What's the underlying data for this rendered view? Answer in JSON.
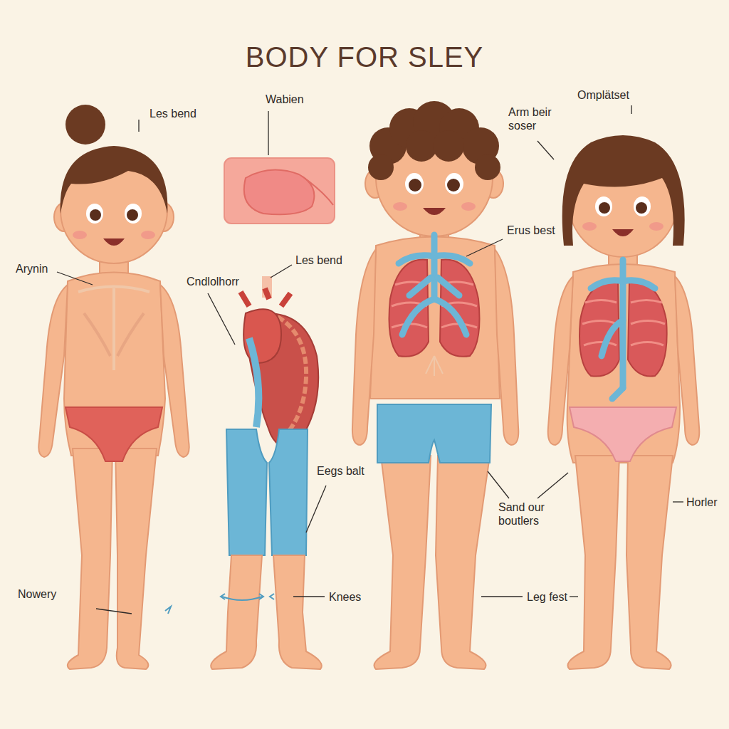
{
  "diagram": {
    "title": "BODY FOR SLEY",
    "labels": [
      "Les bend",
      "Wabien",
      "Omplätset",
      "Arm beir soser",
      "Arynin",
      "Cndlolhorr",
      "Les bend",
      "Erus best",
      "Eegs balt",
      "Sand our boutlers",
      "Horler",
      "Nowery",
      "Knees",
      "Leg fest"
    ]
  }
}
